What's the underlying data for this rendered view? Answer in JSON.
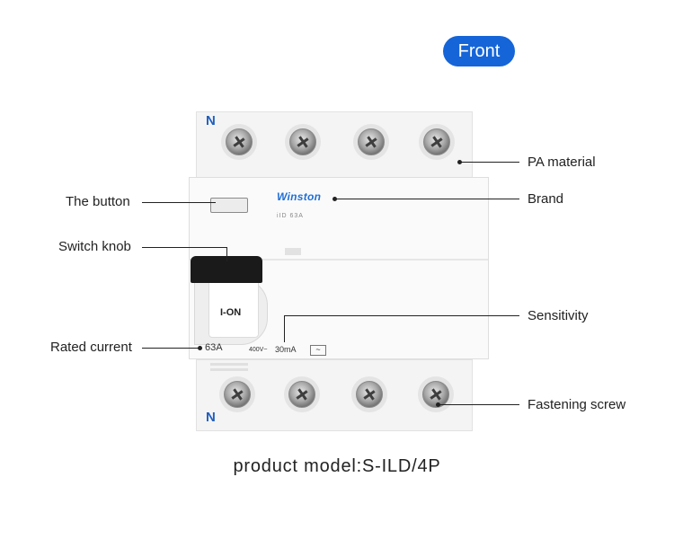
{
  "badge": {
    "label": "Front",
    "color": "#1565d8"
  },
  "device": {
    "terminal_top": "N",
    "terminal_bottom": "N",
    "brand_logo": "Winston",
    "model_text": "iID   63A",
    "switch_label": "I-ON",
    "rating_current": "63A",
    "rating_voltage": "400V~",
    "rating_sensitivity": "30mA",
    "rating_symbol": "~"
  },
  "callouts": {
    "pa_material": "PA material",
    "brand": "Brand",
    "the_button": "The button",
    "switch_knob": "Switch knob",
    "sensitivity": "Sensitivity",
    "rated_current": "Rated current",
    "fastening_screw": "Fastening screw"
  },
  "product_model": "product model:S-ILD/4P"
}
